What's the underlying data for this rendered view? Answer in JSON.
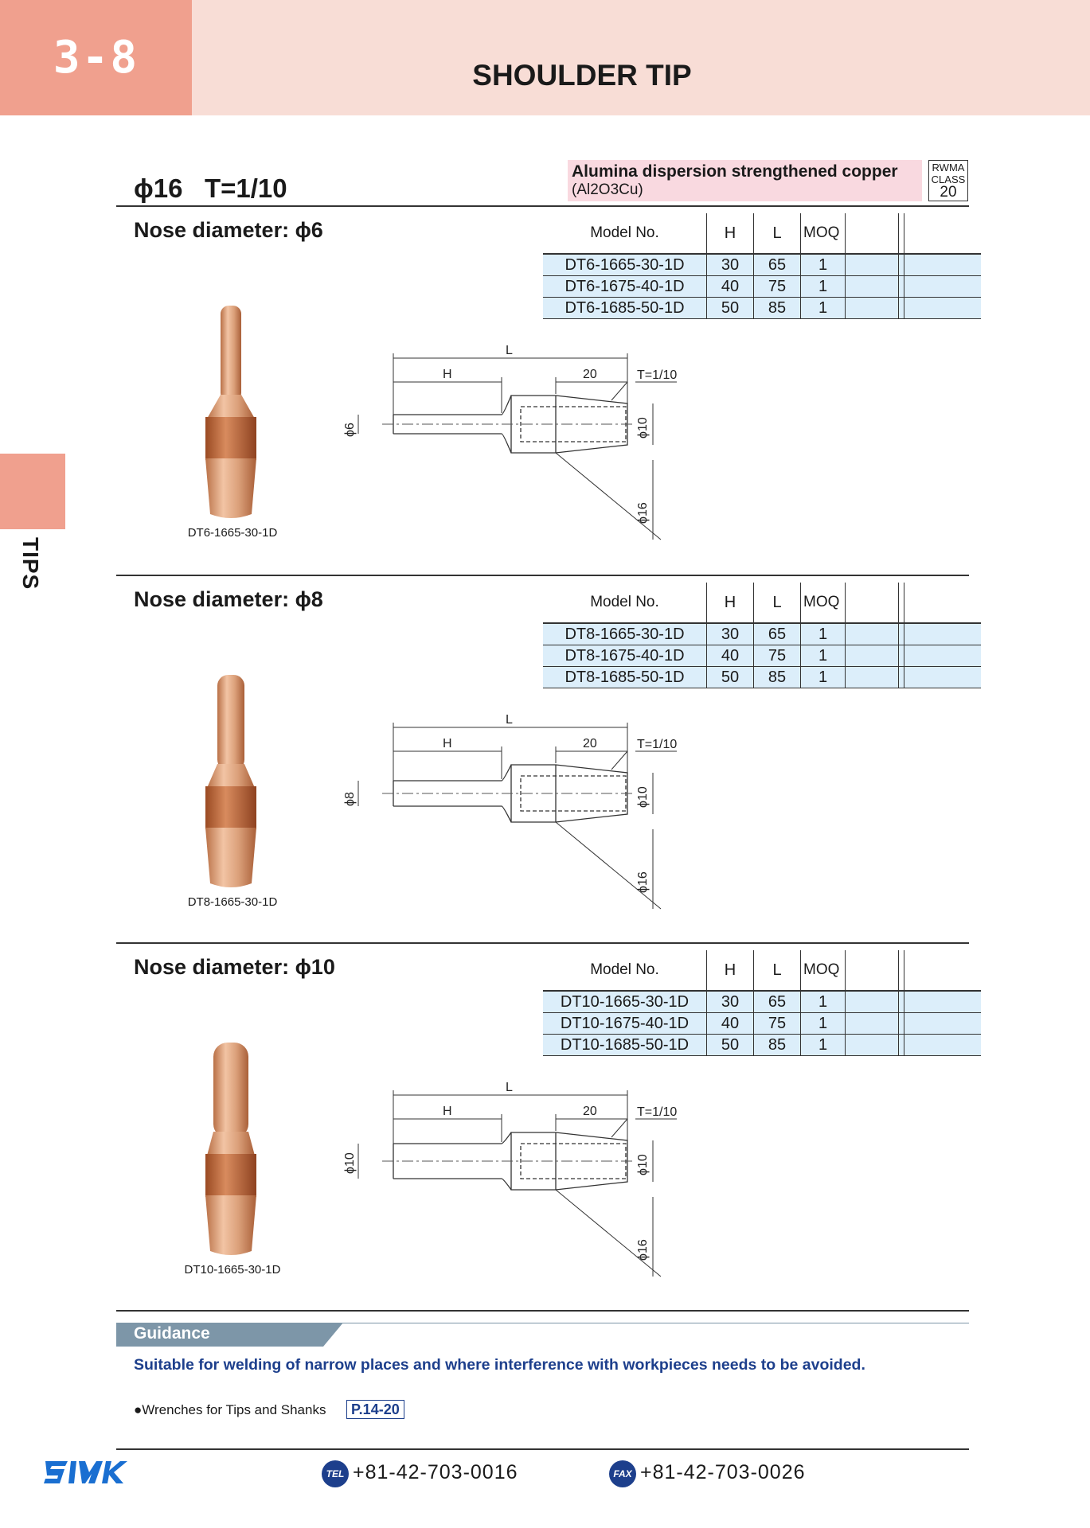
{
  "header": {
    "section_number": "3-8",
    "title": "SHOULDER TIP"
  },
  "side_tab": {
    "label": "TIPS"
  },
  "spec": {
    "headline": "ϕ16   T=1/10",
    "material_name": "Alumina dispersion strengthened copper",
    "material_formula": "(Al2O3Cu)",
    "rwma_line1": "RWMA",
    "rwma_line2": "CLASS",
    "rwma_class": "20"
  },
  "table_headers": {
    "model": "Model No.",
    "h": "H",
    "l": "L",
    "moq": "MOQ"
  },
  "sections": [
    {
      "title": "Nose diameter: ϕ6",
      "photo_caption": "DT6-1665-30-1D",
      "nose_dim": "ϕ6",
      "rows": [
        {
          "model": "DT6-1665-30-1D",
          "h": "30",
          "l": "65",
          "moq": "1"
        },
        {
          "model": "DT6-1675-40-1D",
          "h": "40",
          "l": "75",
          "moq": "1"
        },
        {
          "model": "DT6-1685-50-1D",
          "h": "50",
          "l": "85",
          "moq": "1"
        }
      ]
    },
    {
      "title": "Nose diameter: ϕ8",
      "photo_caption": "DT8-1665-30-1D",
      "nose_dim": "ϕ8",
      "rows": [
        {
          "model": "DT8-1665-30-1D",
          "h": "30",
          "l": "65",
          "moq": "1"
        },
        {
          "model": "DT8-1675-40-1D",
          "h": "40",
          "l": "75",
          "moq": "1"
        },
        {
          "model": "DT8-1685-50-1D",
          "h": "50",
          "l": "85",
          "moq": "1"
        }
      ]
    },
    {
      "title": "Nose diameter: ϕ10",
      "photo_caption": "DT10-1665-30-1D",
      "nose_dim": "ϕ10",
      "rows": [
        {
          "model": "DT10-1665-30-1D",
          "h": "30",
          "l": "65",
          "moq": "1"
        },
        {
          "model": "DT10-1675-40-1D",
          "h": "40",
          "l": "75",
          "moq": "1"
        },
        {
          "model": "DT10-1685-50-1D",
          "h": "50",
          "l": "85",
          "moq": "1"
        }
      ]
    }
  ],
  "drawing_labels": {
    "l": "L",
    "h": "H",
    "taper_length": "20",
    "taper": "T=1/10",
    "d_inner": "ϕ10",
    "d_outer": "ϕ16"
  },
  "guidance": {
    "label": "Guidance",
    "text": "Suitable for welding of narrow places and where interference with workpieces needs to be avoided.",
    "wrench_text": "●Wrenches for Tips and Shanks",
    "wrench_ref": "P.14-20"
  },
  "footer": {
    "logo": "SMK",
    "tel_badge": "TEL",
    "tel": "+81-42-703-0016",
    "fax_badge": "FAX",
    "fax": "+81-42-703-0026"
  },
  "colors": {
    "salmon": "#f0a08e",
    "header_pink": "#f8ddd6",
    "table_blue": "#dceefa",
    "guidance_blue": "#1d3f8c",
    "copper": "#c98a5e"
  }
}
